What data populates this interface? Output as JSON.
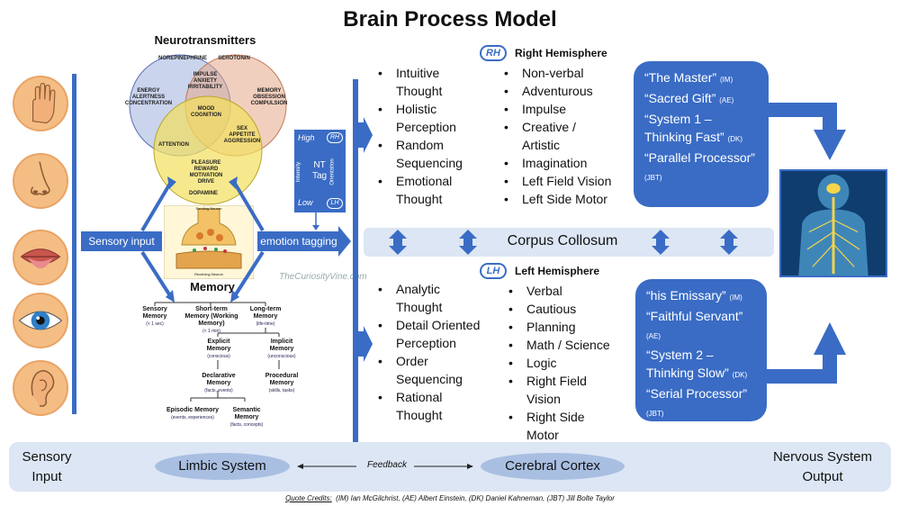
{
  "title": "Brain Process Model",
  "neurotransmitters": {
    "title": "Neurotransmitters",
    "circles": [
      "NOREPINEPHRINE",
      "SEROTONIN",
      "DOPAMINE"
    ],
    "regions": {
      "nore_only": [
        "ENERGY",
        "ALERTNESS",
        "CONCENTRATION"
      ],
      "nore_sero": [
        "IMPULSE",
        "ANXIETY",
        "IRRITABILITY"
      ],
      "sero_only": [
        "MEMORY",
        "OBSESSION",
        "COMPULSION"
      ],
      "center": [
        "MOOD",
        "COGNITION"
      ],
      "nore_dopa": [
        "ATTENTION"
      ],
      "sero_dopa": [
        "SEX",
        "APPETITE",
        "AGGRESSION"
      ],
      "dopa_only": [
        "PLEASURE",
        "REWARD",
        "MOTIVATION",
        "DRIVE"
      ]
    }
  },
  "sensory_input_label": "Sensory input",
  "emotion_tagging_label": "emotion tagging",
  "synapse_labels": {
    "top": "Sending Neuron",
    "bottom": "Receiving Neuron"
  },
  "watermark": "TheCuriosityVine.com",
  "memory": {
    "title": "Memory",
    "sensory": {
      "label": "Sensory Memory",
      "sub": "(< 1 sec)"
    },
    "short_term": {
      "label": "Short-term Memory (Working Memory)",
      "sub": "(< 1 min)"
    },
    "long_term": {
      "label": "Long-term Memory",
      "sub": "(life-time)"
    },
    "explicit": {
      "label": "Explicit Memory",
      "sub": "(conscious)"
    },
    "implicit": {
      "label": "Implicit Memory",
      "sub": "(unconscious)"
    },
    "declarative": {
      "label": "Declarative Memory",
      "sub": "(facts, events)"
    },
    "procedural": {
      "label": "Procedural Memory",
      "sub": "(skills, tasks)"
    },
    "episodic": {
      "label": "Episodic Memory",
      "sub": "(events, experiences)"
    },
    "semantic": {
      "label": "Semantic Memory",
      "sub": "(facts, concepts)"
    }
  },
  "nt_tag": {
    "high": "High",
    "low": "Low",
    "tag": "NT\nTag",
    "intensity": "Intensity",
    "orientation": "Orientation",
    "rh": "RH",
    "lh": "LH"
  },
  "right_hemisphere": {
    "badge": "RH",
    "label": "Right Hemisphere",
    "col1": [
      "Intuitive Thought",
      "Holistic Perception",
      "Random Sequencing",
      "Emotional Thought"
    ],
    "col2": [
      "Non-verbal",
      "Adventurous",
      "Impulse",
      "Creative / Artistic",
      "Imagination",
      "Left Field Vision",
      "Left Side Motor"
    ],
    "quotes": [
      {
        "text": "“The Master”",
        "src": "(IM)"
      },
      {
        "text": "“Sacred Gift”",
        "src": "(AE)"
      },
      {
        "text": "“System 1 – Thinking Fast”",
        "src": "(DK)"
      },
      {
        "text": "“Parallel Processor”",
        "src": "(JBT)"
      }
    ]
  },
  "left_hemisphere": {
    "badge": "LH",
    "label": "Left Hemisphere",
    "col1": [
      "Analytic Thought",
      "Detail Oriented Perception",
      "Order Sequencing",
      "Rational Thought"
    ],
    "col2": [
      "Verbal",
      "Cautious",
      "Planning",
      "Math / Science",
      "Logic",
      "Right Field Vision",
      "Right Side Motor"
    ],
    "quotes": [
      {
        "text": "“his Emissary”",
        "src": "(IM)"
      },
      {
        "text": "“Faithful Servant”",
        "src": "(AE)"
      },
      {
        "text": "“System 2 – Thinking Slow”",
        "src": "(DK)"
      },
      {
        "text": "“Serial Processor”",
        "src": "(JBT)"
      }
    ]
  },
  "corpus_label": "Corpus Collosum",
  "bottom": {
    "left": "Sensory Input",
    "limbic": "Limbic System",
    "feedback": "Feedback",
    "cortex": "Cerebral Cortex",
    "right": "Nervous System Output"
  },
  "credits": {
    "label": "Quote Credits:",
    "text": "(IM) Ian McGilchrist, (AE) Albert Einstein, (DK) Daniel Kahneman, (JBT) Jill Bolte Taylor"
  },
  "colors": {
    "accent": "#3a6cc5",
    "light": "#dce6f4",
    "skin": "#f4bd83"
  }
}
